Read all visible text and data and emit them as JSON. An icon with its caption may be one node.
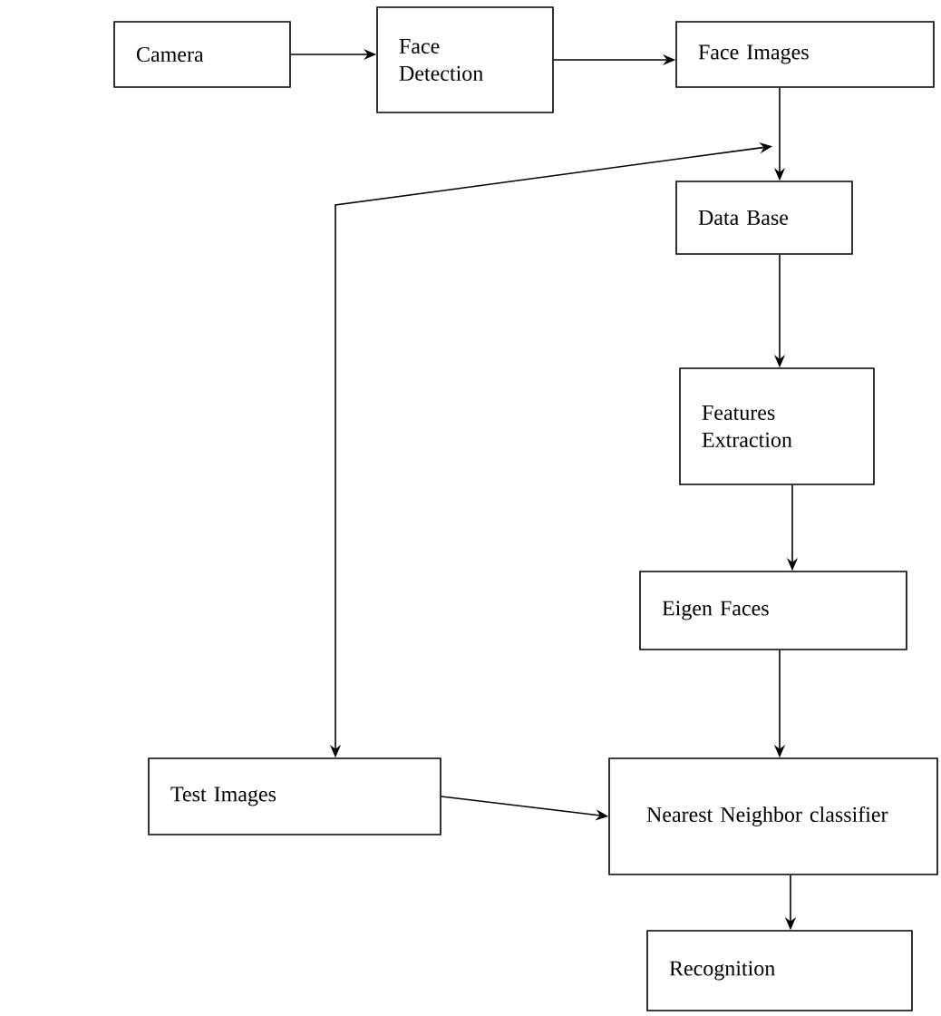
{
  "diagram": {
    "nodes": [
      {
        "text": [
          "Camera"
        ]
      },
      {
        "text": [
          "Face Detection"
        ]
      },
      {
        "text": [
          "Face Images"
        ]
      },
      {
        "text": [
          "Data Base"
        ]
      },
      {
        "text": [
          "Features Extraction"
        ]
      },
      {
        "text": [
          "Eigen Faces"
        ]
      },
      {
        "text": [
          "Nearest Neighbor classifier"
        ]
      },
      {
        "text": [
          "Test Images"
        ]
      },
      {
        "text": [
          "Recognition"
        ]
      }
    ],
    "edges": [
      {
        "from": 0,
        "to": 1,
        "arrow": "to"
      },
      {
        "from": 1,
        "to": 2,
        "arrow": "to"
      },
      {
        "from": 2,
        "to": 3,
        "arrow": "to"
      },
      {
        "from": 3,
        "to": 4,
        "arrow": "to"
      },
      {
        "from": 4,
        "to": 5,
        "arrow": "to"
      },
      {
        "from": 5,
        "to": 6,
        "arrow": "to"
      },
      {
        "from": 7,
        "to": 6,
        "arrow": "to"
      },
      {
        "from": 6,
        "to": 8,
        "arrow": "to"
      },
      {
        "from": 7,
        "to": 3,
        "arrow": "both"
      }
    ]
  }
}
